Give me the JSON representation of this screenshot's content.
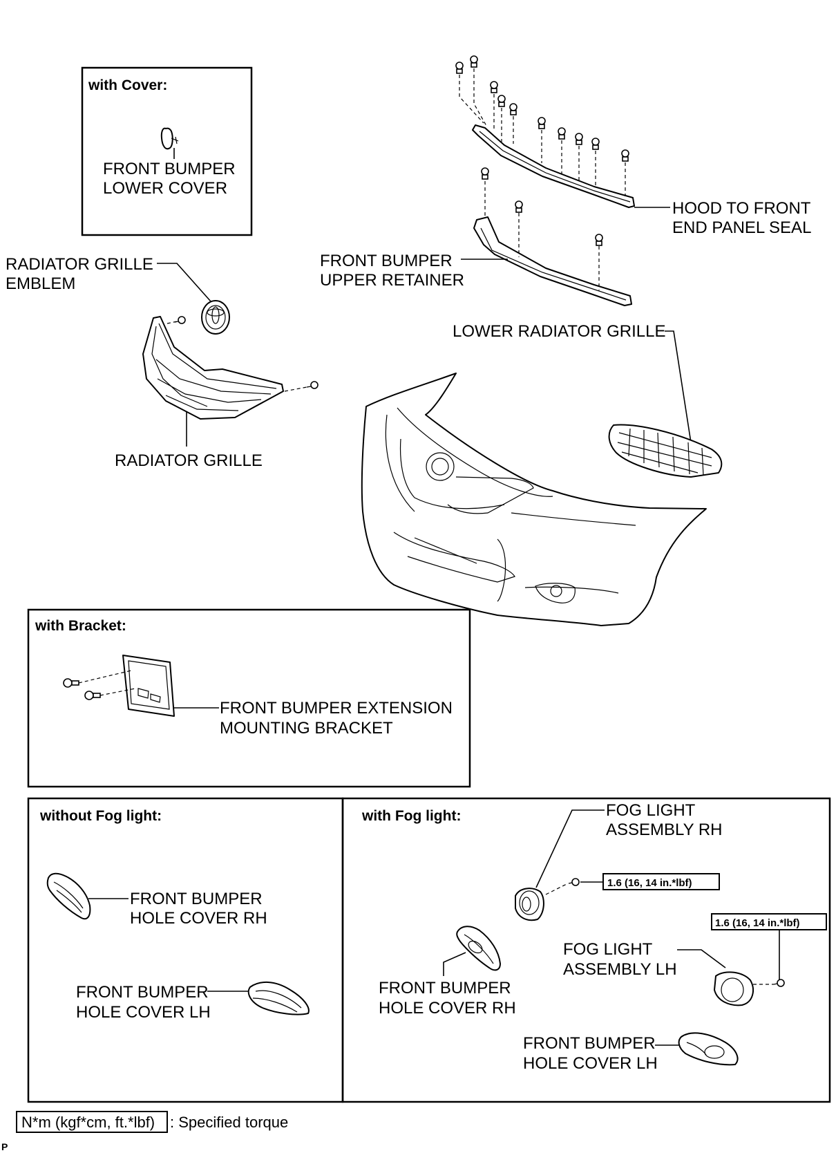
{
  "boxes": {
    "with_cover": "with Cover:",
    "with_bracket": "with Bracket:",
    "without_fog": "without Fog light:",
    "with_fog": "with Fog light:"
  },
  "labels": {
    "bumper_lower_cover": [
      "FRONT BUMPER",
      "LOWER COVER"
    ],
    "grille_emblem": [
      "RADIATOR GRILLE",
      "EMBLEM"
    ],
    "radiator_grille": "RADIATOR GRILLE",
    "hood_seal": [
      "HOOD TO FRONT",
      "END PANEL SEAL"
    ],
    "upper_retainer": [
      "FRONT BUMPER",
      "UPPER RETAINER"
    ],
    "lower_grille": "LOWER RADIATOR GRILLE",
    "extension_bracket": [
      "FRONT BUMPER EXTENSION",
      "MOUNTING BRACKET"
    ],
    "hole_cover_rh": [
      "FRONT BUMPER",
      "HOLE COVER RH"
    ],
    "hole_cover_lh": [
      "FRONT BUMPER",
      "HOLE COVER LH"
    ],
    "fog_rh": [
      "FOG LIGHT",
      "ASSEMBLY RH"
    ],
    "fog_lh": [
      "FOG LIGHT",
      "ASSEMBLY LH"
    ]
  },
  "torque": {
    "fog_rh": "1.6 (16, 14 in.*lbf)",
    "fog_lh": "1.6 (16, 14 in.*lbf)"
  },
  "legend": {
    "symbol": "N*m (kgf*cm, ft.*lbf)",
    "text": ": Specified torque"
  },
  "footer_code": "P"
}
